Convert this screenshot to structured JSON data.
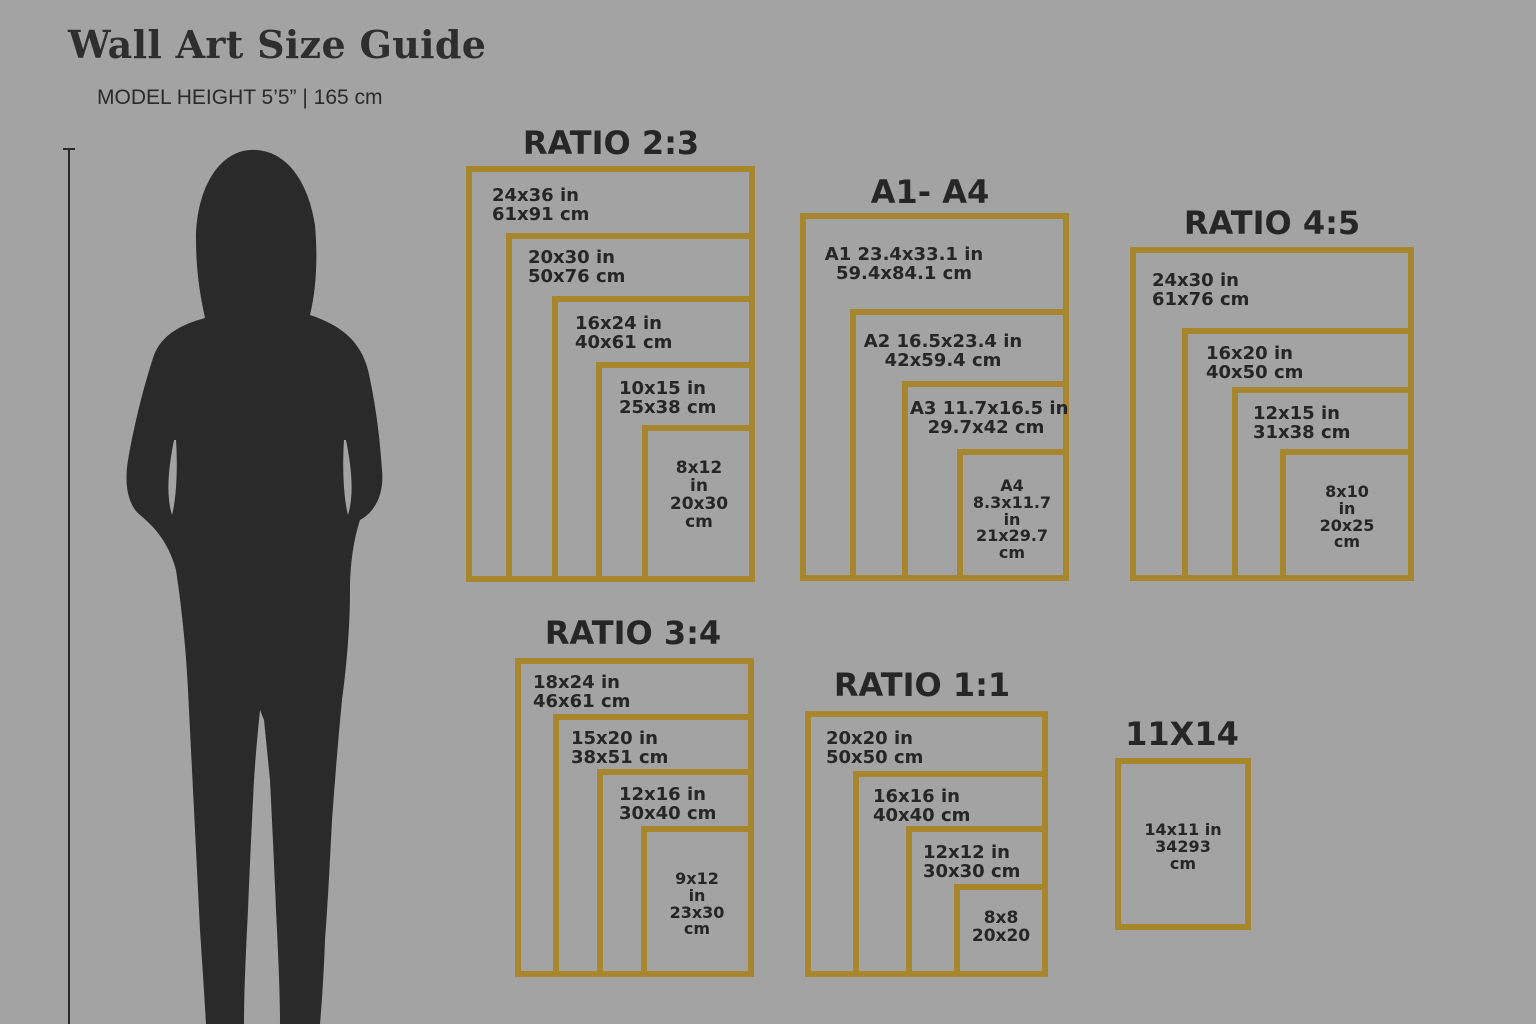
{
  "header": {
    "title": "Wall Art Size Guide",
    "model_height": "MODEL HEIGHT 5’5” | 165 cm"
  },
  "groups": {
    "ratio_2_3": {
      "title": "RATIO 2:3",
      "sizes": [
        {
          "in": "24x36 in",
          "cm": "61x91 cm"
        },
        {
          "in": "20x30 in",
          "cm": "50x76 cm"
        },
        {
          "in": "16x24 in",
          "cm": "40x61 cm"
        },
        {
          "in": "10x15 in",
          "cm": "25x38 cm"
        },
        {
          "l1": "8x12",
          "l2": "in",
          "l3": "20x30",
          "l4": "cm"
        }
      ]
    },
    "a1_a4": {
      "title": "A1- A4",
      "sizes": [
        {
          "in": "A1 23.4x33.1 in",
          "cm": "59.4x84.1 cm"
        },
        {
          "in": "A2 16.5x23.4 in",
          "cm": "42x59.4 cm"
        },
        {
          "in": "A3 11.7x16.5 in",
          "cm": "29.7x42 cm"
        },
        {
          "l1": "A4",
          "l2": "8.3x11.7",
          "l3": "in",
          "l4": "21x29.7",
          "l5": "cm"
        }
      ]
    },
    "ratio_4_5": {
      "title": "RATIO 4:5",
      "sizes": [
        {
          "in": "24x30 in",
          "cm": "61x76 cm"
        },
        {
          "in": "16x20 in",
          "cm": "40x50 cm"
        },
        {
          "in": "12x15 in",
          "cm": "31x38 cm"
        },
        {
          "l1": "8x10",
          "l2": "in",
          "l3": "20x25",
          "l4": "cm"
        }
      ]
    },
    "ratio_3_4": {
      "title": "RATIO 3:4",
      "sizes": [
        {
          "in": "18x24 in",
          "cm": "46x61 cm"
        },
        {
          "in": "15x20 in",
          "cm": "38x51 cm"
        },
        {
          "in": "12x16 in",
          "cm": "30x40 cm"
        },
        {
          "l1": "9x12",
          "l2": "in",
          "l3": "23x30",
          "l4": "cm"
        }
      ]
    },
    "ratio_1_1": {
      "title": "RATIO 1:1",
      "sizes": [
        {
          "in": "20x20 in",
          "cm": "50x50 cm"
        },
        {
          "in": "16x16 in",
          "cm": "40x40 cm"
        },
        {
          "in": "12x12 in",
          "cm": "30x30 cm"
        },
        {
          "l1": "8x8",
          "l2": "20x20"
        }
      ]
    },
    "size_11x14": {
      "title": "11X14",
      "sizes": [
        {
          "l1": "14x11 in",
          "l2": "34293",
          "l3": "cm"
        }
      ]
    }
  },
  "colors": {
    "background": "#a3a3a3",
    "frame": "#a8862e",
    "silhouette": "#2a2a2a",
    "text": "#262626"
  }
}
